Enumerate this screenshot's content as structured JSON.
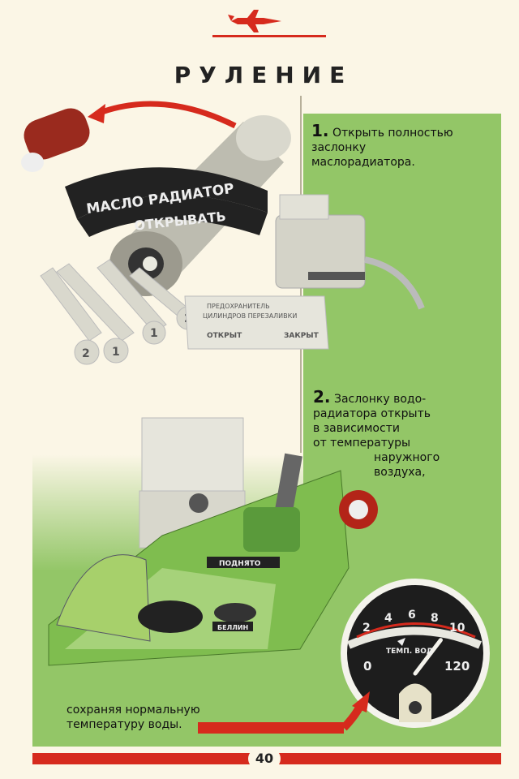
{
  "page": {
    "title": "РУЛЕНИЕ",
    "page_number": "40"
  },
  "steps": [
    {
      "number": "1.",
      "lines": [
        "Открыть полностью",
        "заслонку",
        "маслорадиатора."
      ]
    },
    {
      "number": "2.",
      "lines": [
        "Заслонку водо-",
        "радиатора открыть",
        "в зависимости",
        "от температуры",
        "наружного",
        "воздуха,"
      ]
    }
  ],
  "closing": {
    "lines": [
      "сохраняя нормальную",
      "температуру воды."
    ]
  },
  "illustration": {
    "oil_sign_line1": "МАСЛО РАДИАТОР",
    "oil_sign_line2": "ОТКРЫВАТЬ",
    "plate_line1": "ПРЕДОХРАНИТЕЛЬ",
    "plate_line2": "ЦИЛИНДРОВ ПЕРЕЗАЛИВКИ",
    "plate_open": "ОТКРЫТ",
    "plate_closed": "ЗАКРЫТ",
    "lever_numbers": [
      "2",
      "1",
      "1",
      "2"
    ],
    "panel_label": "ПОДНЯТО",
    "knob_label": "БЕЛЛИН"
  },
  "gauge": {
    "label": "ТЕМП. ВОД",
    "scale_top": [
      "2",
      "4",
      "6",
      "8",
      "10"
    ],
    "scale_low": "0",
    "scale_high": "120",
    "value": 9.2
  },
  "colors": {
    "red": "#d62a1d",
    "green": "#93c667",
    "paper": "#fbf6e6"
  }
}
